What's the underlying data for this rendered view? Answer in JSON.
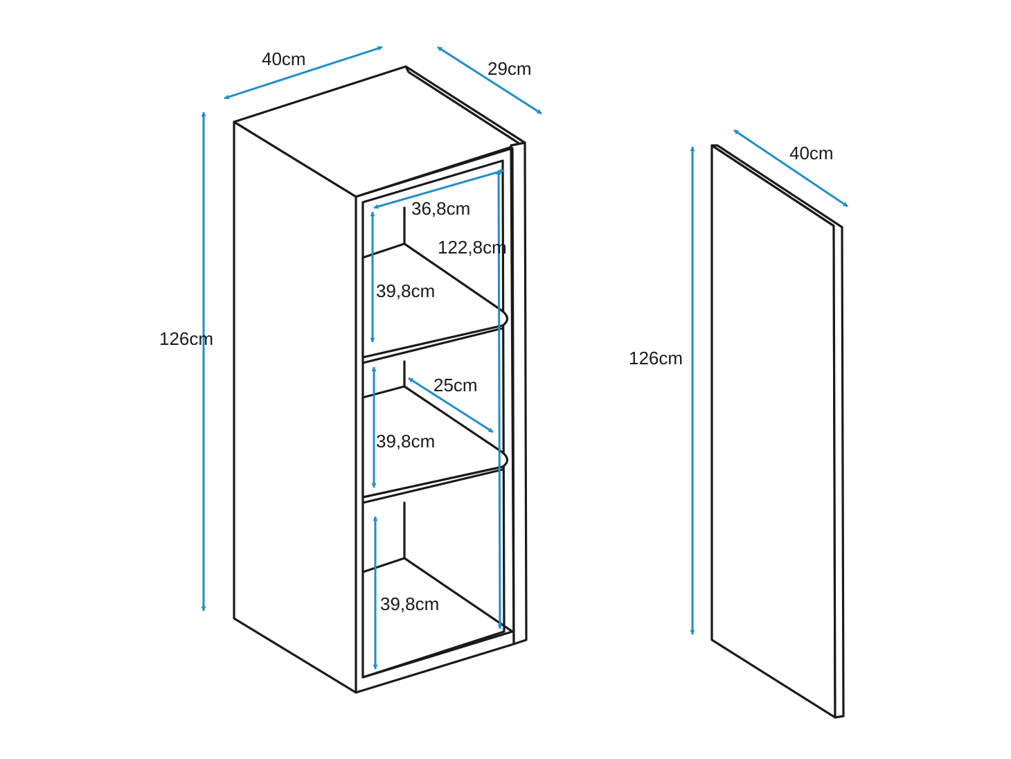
{
  "colors": {
    "line": "#1a1a1a",
    "dimension": "#1f8fc9",
    "background": "#ffffff"
  },
  "cabinet": {
    "width_label": "40cm",
    "depth_label": "29cm",
    "height_label": "126cm",
    "inner_width_label": "36,8cm",
    "inner_height_label": "122,8cm",
    "shelf_depth_label": "25cm",
    "compartments": [
      {
        "height_label": "39,8cm"
      },
      {
        "height_label": "39,8cm"
      },
      {
        "height_label": "39,8cm"
      }
    ]
  },
  "door_panel": {
    "width_label": "40cm",
    "height_label": "126cm"
  }
}
